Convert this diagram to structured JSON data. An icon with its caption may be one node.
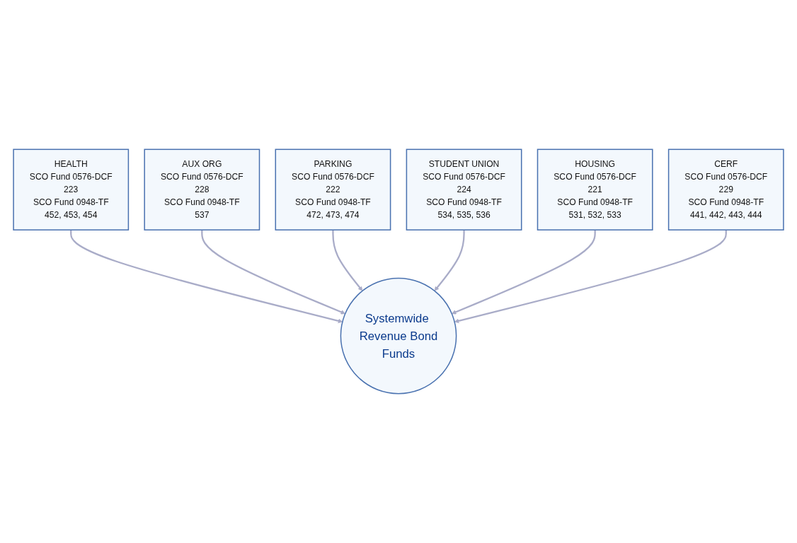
{
  "diagram": {
    "nodes": [
      {
        "text": [
          "HEALTH",
          "SCO Fund 0576-DCF",
          "223",
          "SCO Fund 0948-TF",
          "452, 453, 454"
        ]
      },
      {
        "text": [
          "AUX ORG",
          "SCO Fund 0576-DCF",
          "228",
          "SCO Fund 0948-TF",
          "537"
        ]
      },
      {
        "text": [
          "PARKING",
          "SCO Fund 0576-DCF",
          "222",
          "SCO Fund 0948-TF",
          "472, 473, 474"
        ]
      },
      {
        "text": [
          "STUDENT UNION",
          "SCO Fund 0576-DCF",
          "224",
          "SCO Fund 0948-TF",
          "534, 535, 536"
        ]
      },
      {
        "text": [
          "HOUSING",
          "SCO Fund 0576-DCF",
          "221",
          "SCO Fund 0948-TF",
          "531, 532, 533"
        ]
      },
      {
        "text": [
          "CERF",
          "SCO Fund 0576-DCF",
          "229",
          "SCO Fund 0948-TF",
          "441, 442, 443, 444"
        ]
      },
      {
        "text": [
          "Systemwide Revenue Bond",
          "Funds"
        ]
      }
    ],
    "edges": [
      {
        "from": 0,
        "to": 6,
        "arrow": "to"
      },
      {
        "from": 1,
        "to": 6,
        "arrow": "to"
      },
      {
        "from": 2,
        "to": 6,
        "arrow": "to"
      },
      {
        "from": 3,
        "to": 6,
        "arrow": "to"
      },
      {
        "from": 4,
        "to": 6,
        "arrow": "to"
      },
      {
        "from": 5,
        "to": 6,
        "arrow": "to"
      }
    ]
  }
}
